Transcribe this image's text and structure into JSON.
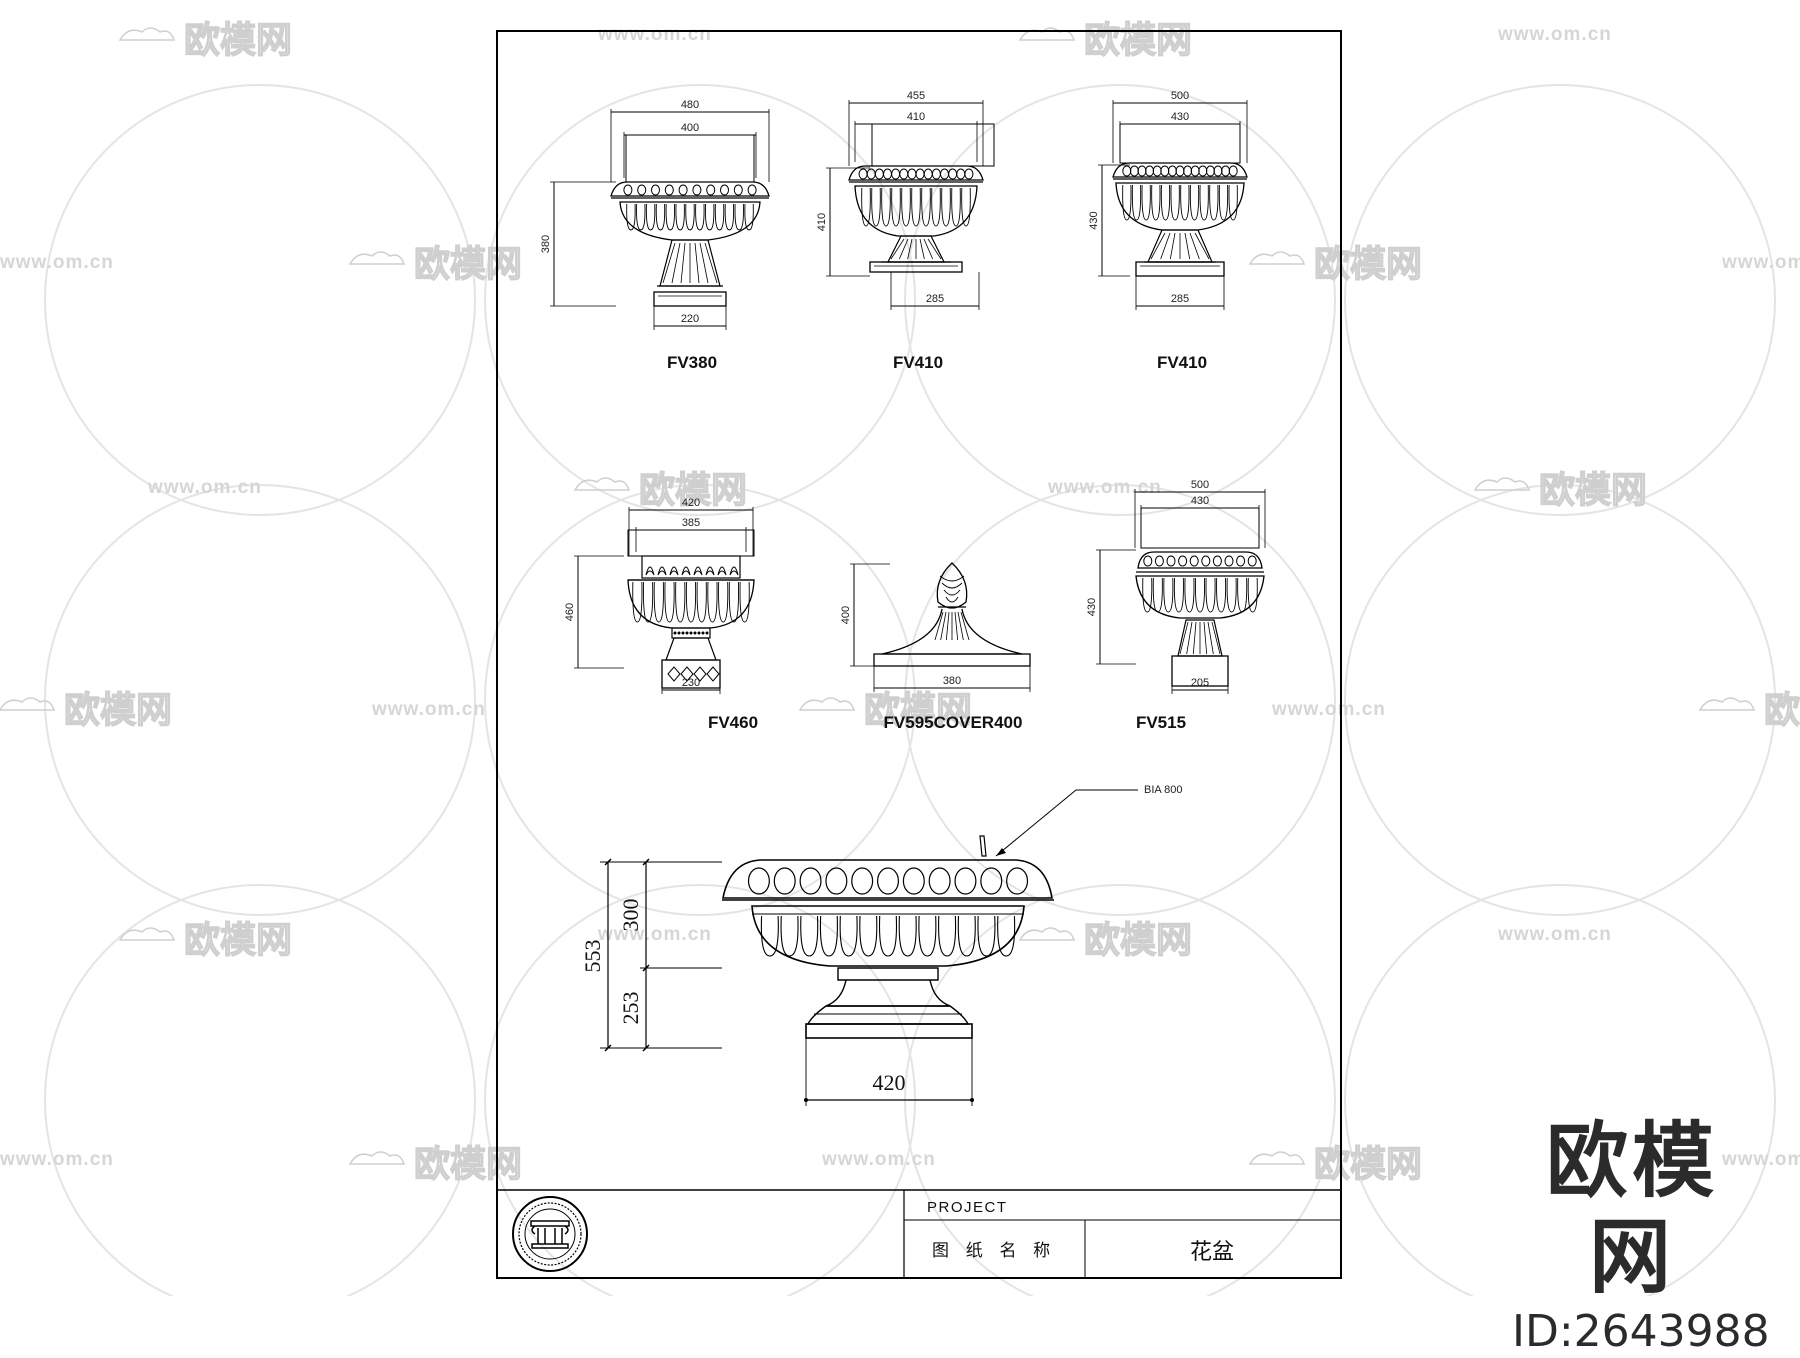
{
  "items": [
    {
      "label": "FV380",
      "dims": {
        "top_outer": "480",
        "top_inner": "400",
        "height": "380",
        "base": "220"
      }
    },
    {
      "label": "FV410",
      "dims": {
        "top_outer": "455",
        "top_inner": "410",
        "height": "410",
        "base": "285"
      }
    },
    {
      "label": "FV410",
      "dims": {
        "top_outer": "500",
        "top_inner": "430",
        "height": "430",
        "base": "285"
      }
    },
    {
      "label": "FV460",
      "dims": {
        "top_outer": "420",
        "top_inner": "385",
        "height": "460",
        "base": "230"
      }
    },
    {
      "label": "FV595COVER400",
      "dims": {
        "height": "400",
        "base": "380"
      }
    },
    {
      "label": "FV515",
      "dims": {
        "top_outer": "500",
        "top_inner": "430",
        "height": "430",
        "base": "205"
      }
    }
  ],
  "large": {
    "total": "553",
    "upper": "300",
    "lower": "253",
    "base": "420",
    "callout": "BIA 800"
  },
  "title_block": {
    "project_label": "PROJECT",
    "drawing_name_label": "图 纸 名 称",
    "drawing_name": "花盆"
  },
  "watermark": {
    "brand": "欧模网",
    "url": "www.om.cn",
    "id": "ID:2643988"
  }
}
